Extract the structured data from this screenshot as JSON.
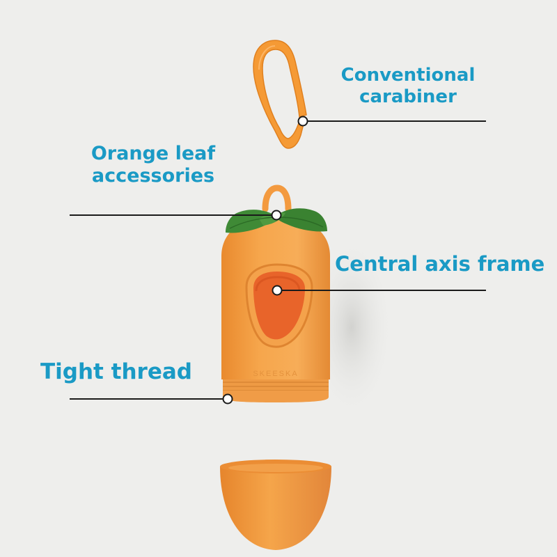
{
  "colors": {
    "background": "#eeeeec",
    "label_text": "#1a9ac5",
    "product_orange": "#f4a046",
    "leaf_green": "#3f8a36",
    "leader_line": "#1a1a1a"
  },
  "labels": {
    "carabiner": {
      "line1": "Conventional",
      "line2": "carabiner"
    },
    "leaf": {
      "line1": "Orange leaf",
      "line2": "accessories"
    },
    "axis": {
      "text": "Central axis frame"
    },
    "thread": {
      "text": "Tight thread"
    }
  },
  "brand_mark": "SKEESKA"
}
